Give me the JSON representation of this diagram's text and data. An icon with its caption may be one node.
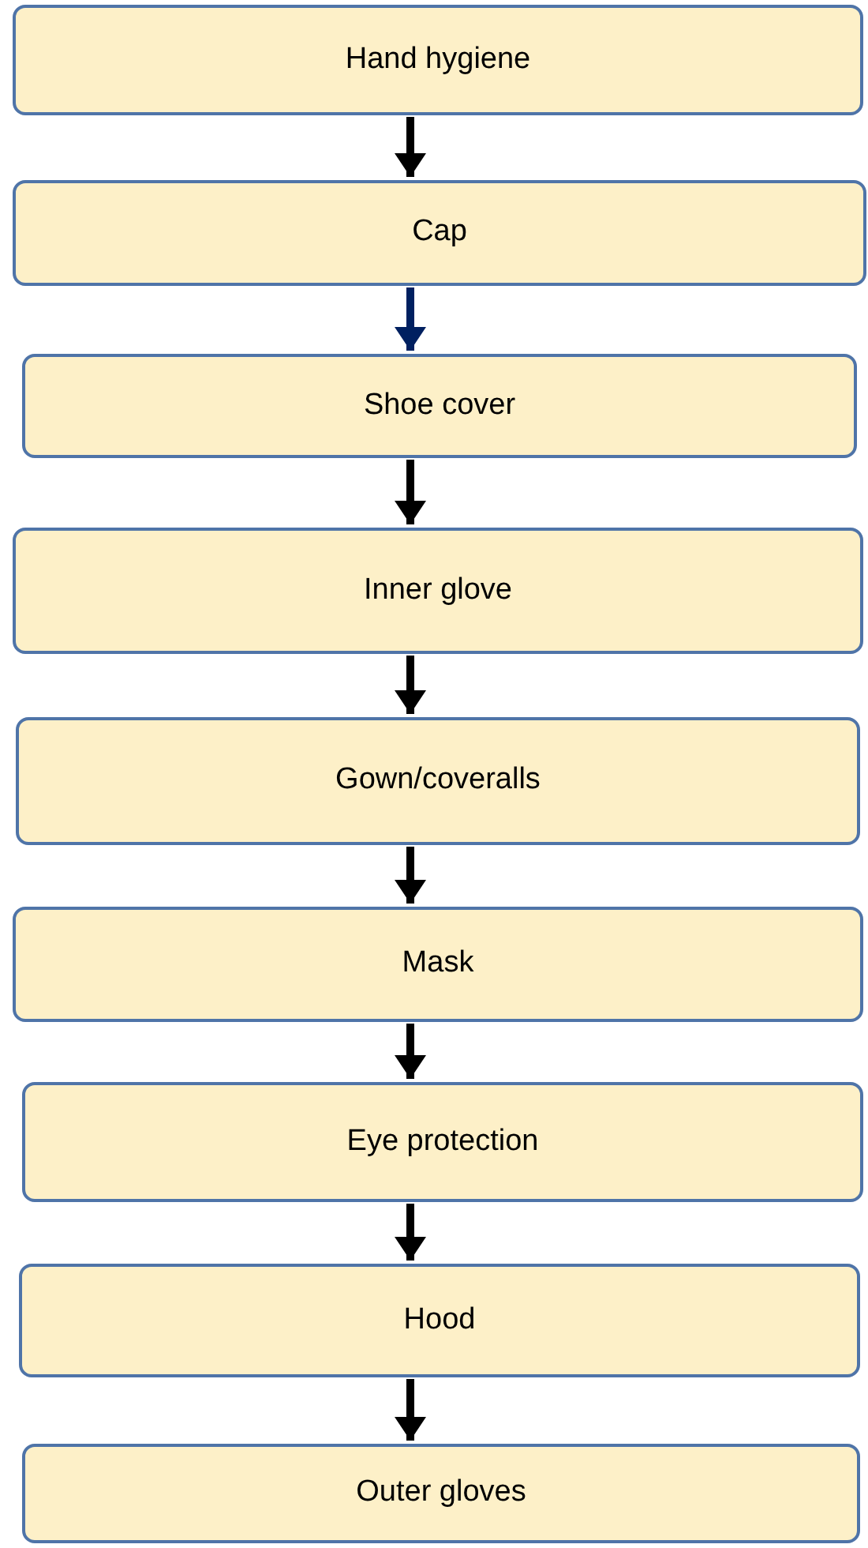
{
  "diagram": {
    "nodes": [
      {
        "text": [
          "Hand hygiene"
        ]
      },
      {
        "text": [
          "Cap"
        ]
      },
      {
        "text": [
          "Shoe cover"
        ]
      },
      {
        "text": [
          "Inner glove"
        ]
      },
      {
        "text": [
          "Gown/coveralls"
        ]
      },
      {
        "text": [
          "Mask"
        ]
      },
      {
        "text": [
          "Eye protection"
        ]
      },
      {
        "text": [
          "Hood"
        ]
      },
      {
        "text": [
          "Outer gloves"
        ]
      }
    ],
    "edges": [
      {
        "from": 0,
        "to": 1,
        "arrow": "to"
      },
      {
        "from": 1,
        "to": 2,
        "arrow": "to",
        "color": "#002060"
      },
      {
        "from": 2,
        "to": 3,
        "arrow": "to"
      },
      {
        "from": 3,
        "to": 4,
        "arrow": "to"
      },
      {
        "from": 4,
        "to": 5,
        "arrow": "to"
      },
      {
        "from": 5,
        "to": 6,
        "arrow": "to"
      },
      {
        "from": 6,
        "to": 7,
        "arrow": "to"
      },
      {
        "from": 7,
        "to": 8,
        "arrow": "to"
      }
    ]
  }
}
